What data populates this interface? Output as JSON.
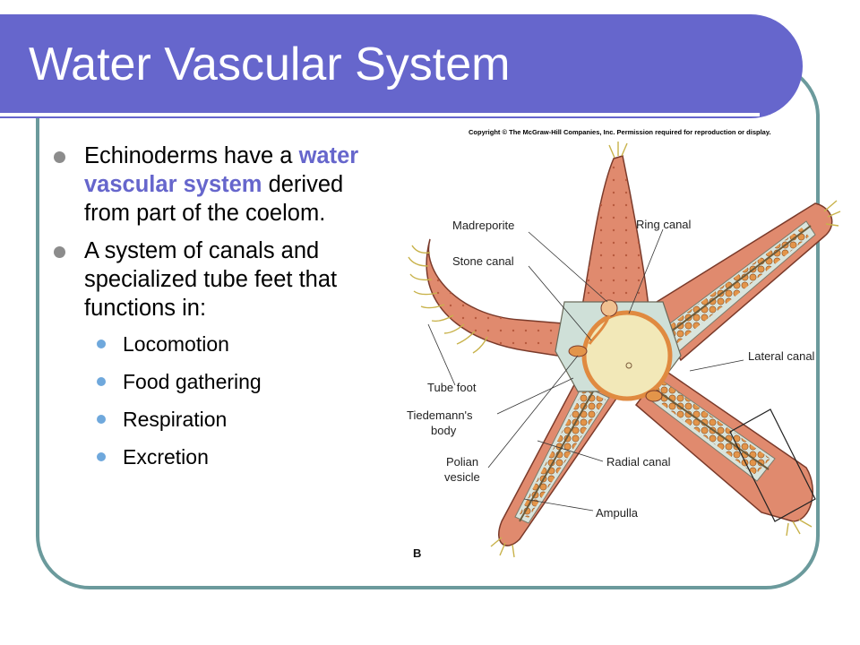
{
  "slide": {
    "title": "Water Vascular System",
    "bullets": {
      "b1_before": "Echinoderms have a ",
      "b1_highlight": "water vascular system",
      "b1_after": " derived from part of the coelom.",
      "b2": "A system of canals and specialized tube feet that functions in:",
      "sub": [
        "Locomotion",
        "Food gathering",
        "Respiration",
        "Excretion"
      ]
    }
  },
  "figure": {
    "copyright": "Copyright © The McGraw-Hill Companies, Inc. Permission required for reproduction or display.",
    "panel_label": "B",
    "labels": {
      "madreporite": "Madreporite",
      "ring_canal": "Ring canal",
      "stone_canal": "Stone canal",
      "lateral_canal": "Lateral canal",
      "tube_foot": "Tube foot",
      "tiedemann_1": "Tiedemann's",
      "tiedemann_2": "body",
      "polian_1": "Polian",
      "polian_2": "vesicle",
      "radial_canal": "Radial canal",
      "ampulla": "Ampulla"
    }
  },
  "colors": {
    "title_bar": "#6666cc",
    "highlight": "#6666cc",
    "frame": "#6b9a9c",
    "bullet_primary": "#8c8c8c",
    "bullet_secondary": "#6fa8dc",
    "arm_skin": "#e08a6e",
    "ampulla": "#e3954a"
  }
}
